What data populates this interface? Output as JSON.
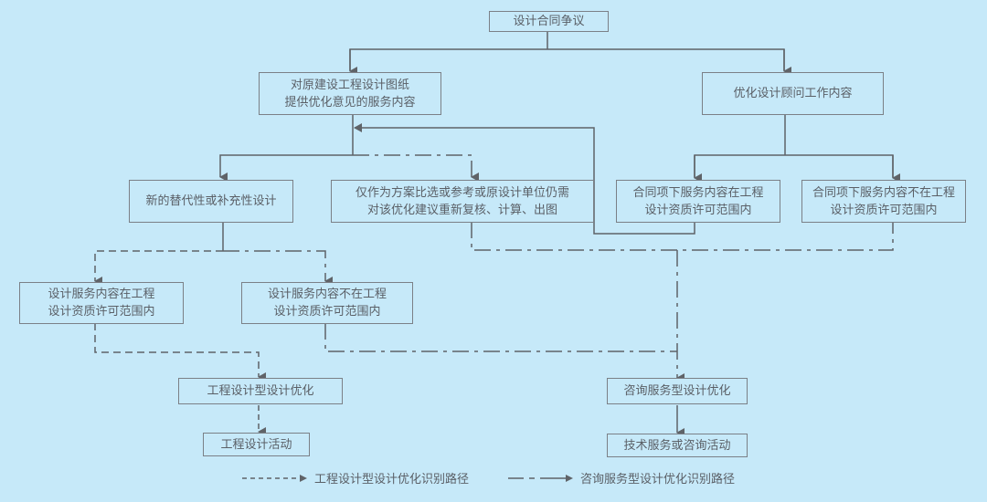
{
  "colors": {
    "background": "#c6e9f9",
    "line": "#5f6368",
    "box_border": "#7b8087",
    "text": "#5a5f66"
  },
  "nodes": {
    "root": {
      "lines": [
        "设计合同争议"
      ]
    },
    "orig_drawing": {
      "lines": [
        "对原建设工程设计图纸",
        "提供优化意见的服务内容"
      ]
    },
    "consultant": {
      "lines": [
        "优化设计顾问工作内容"
      ]
    },
    "new_design": {
      "lines": [
        "新的替代性或补充性设计"
      ]
    },
    "reference_only": {
      "lines": [
        "仅作为方案比选或参考或原设计单位仍需",
        "对该优化建议重新复核、计算、出图"
      ]
    },
    "contract_in": {
      "lines": [
        "合同项下服务内容在工程",
        "设计资质许可范围内"
      ]
    },
    "contract_out": {
      "lines": [
        "合同项下服务内容不在工程",
        "设计资质许可范围内"
      ]
    },
    "service_in": {
      "lines": [
        "设计服务内容在工程",
        "设计资质许可范围内"
      ]
    },
    "service_out": {
      "lines": [
        "设计服务内容不在工程",
        "设计资质许可范围内"
      ]
    },
    "eng_opt": {
      "lines": [
        "工程设计型设计优化"
      ]
    },
    "consult_opt": {
      "lines": [
        "咨询服务型设计优化"
      ]
    },
    "eng_activity": {
      "lines": [
        "工程设计活动"
      ]
    },
    "consult_activity": {
      "lines": [
        "技术服务或咨询活动"
      ]
    }
  },
  "legend": [
    {
      "style": "dashed",
      "label": "工程设计型设计优化识别路径"
    },
    {
      "style": "dash-dot",
      "label": "咨询服务型设计优化识别路径"
    }
  ]
}
